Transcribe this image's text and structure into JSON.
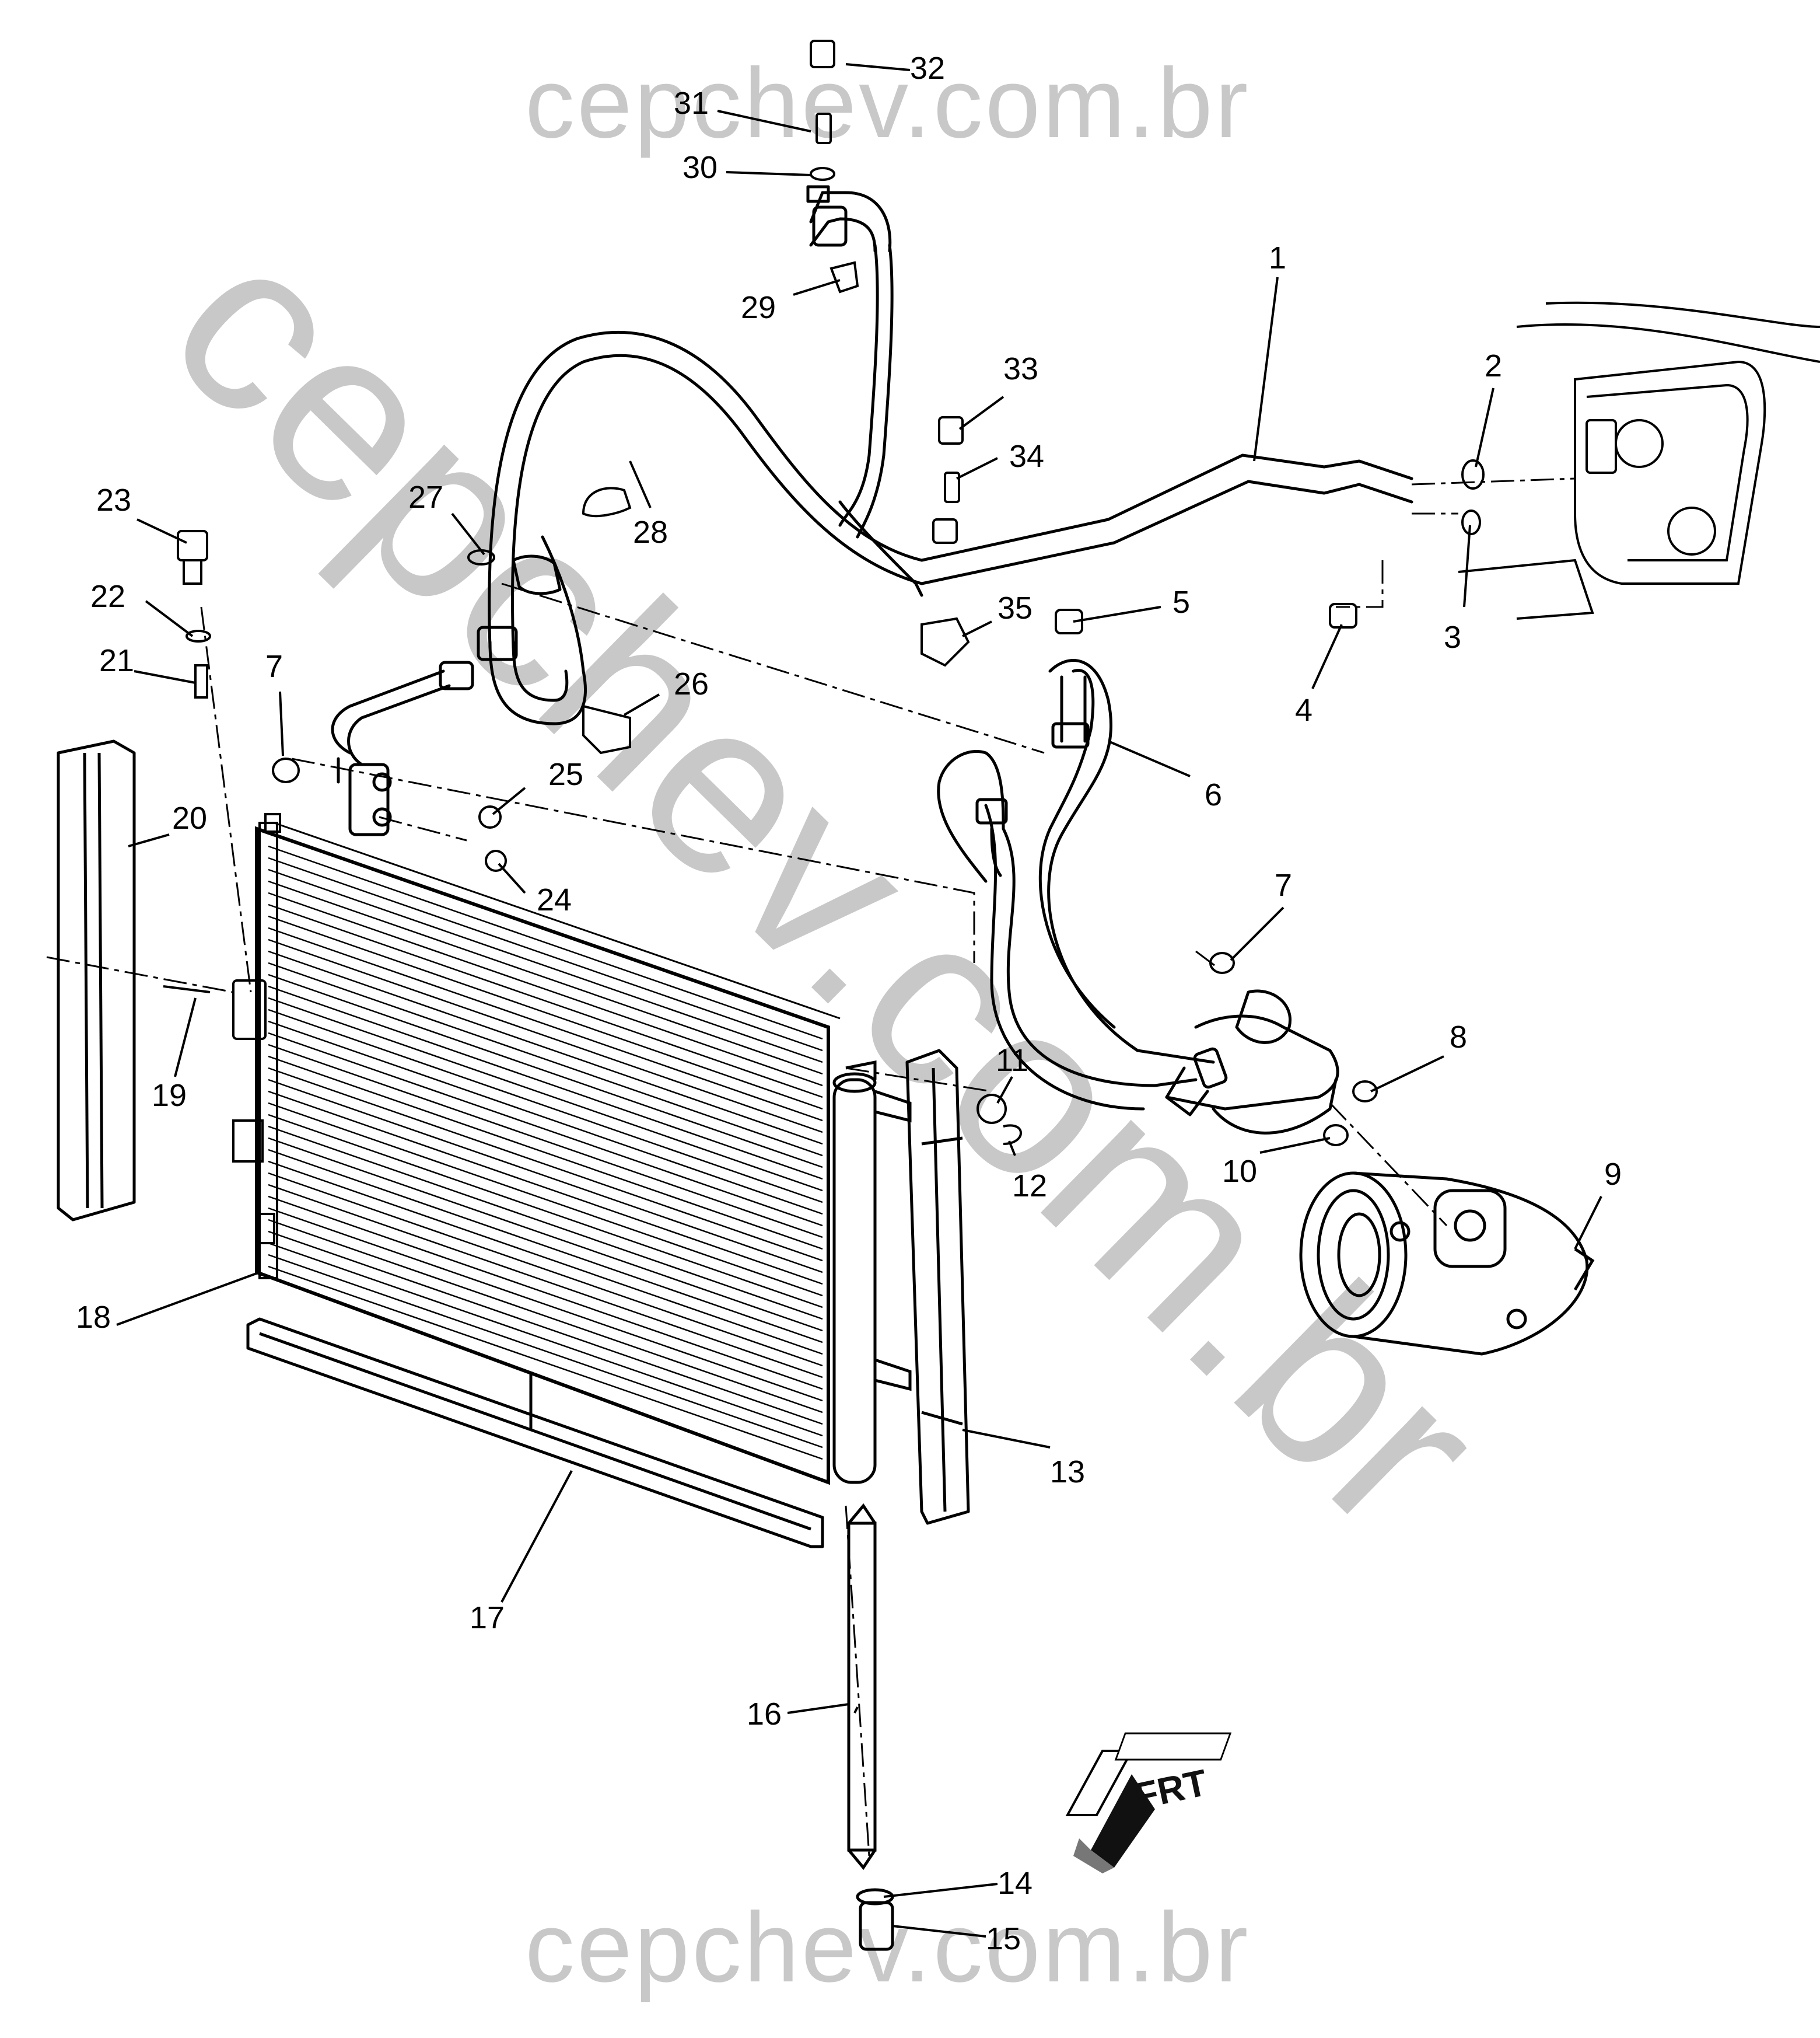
{
  "watermark": {
    "top": "cepchev.com.br",
    "bottom": "cepchev.com.br",
    "diagonal": "cepchev.com.br",
    "color": "#c8c8c8"
  },
  "orientation_badge": {
    "text": "FRT",
    "icon": "front-arrow-icon"
  },
  "callouts": [
    "1",
    "2",
    "3",
    "4",
    "5",
    "6",
    "7",
    "7",
    "8",
    "9",
    "10",
    "11",
    "12",
    "13",
    "14",
    "15",
    "16",
    "17",
    "18",
    "19",
    "20",
    "21",
    "22",
    "23",
    "24",
    "25",
    "26",
    "27",
    "28",
    "29",
    "30",
    "31",
    "32",
    "33",
    "34",
    "35"
  ],
  "colors": {
    "line": "#000000",
    "background": "#ffffff"
  }
}
